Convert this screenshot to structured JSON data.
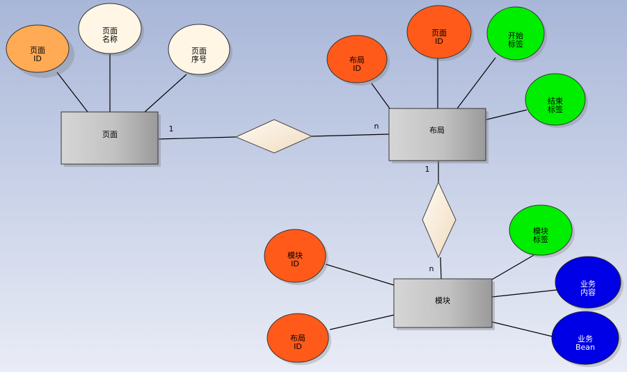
{
  "entities": {
    "page": "页面",
    "layout": "布局",
    "module": "模块"
  },
  "attributes": {
    "page_id": [
      "页面",
      "ID"
    ],
    "page_name": [
      "页面",
      "名称"
    ],
    "page_order": [
      "页面",
      "序号"
    ],
    "layout_id": [
      "布局",
      "ID"
    ],
    "layout_page_id": [
      "页面",
      "ID"
    ],
    "start_tag": [
      "开始",
      "标签"
    ],
    "end_tag": [
      "结束",
      "标签"
    ],
    "module_id": [
      "模块",
      "ID"
    ],
    "module_layout_id": [
      "布局",
      "ID"
    ],
    "module_tag": [
      "模块",
      "标签"
    ],
    "biz_content": [
      "业务",
      "内容"
    ],
    "biz_bean": [
      "业务",
      "Bean"
    ]
  },
  "cardinalities": {
    "page_side": "1",
    "layout_side": "n",
    "layout_top": "1",
    "module_side": "n"
  },
  "colors": {
    "orange_light": "#ffaa55",
    "cream": "#fff6e6",
    "orange": "#ff5a1a",
    "green": "#00ee00",
    "blue": "#0000e6",
    "entity_gray": "#c0c0c0"
  }
}
